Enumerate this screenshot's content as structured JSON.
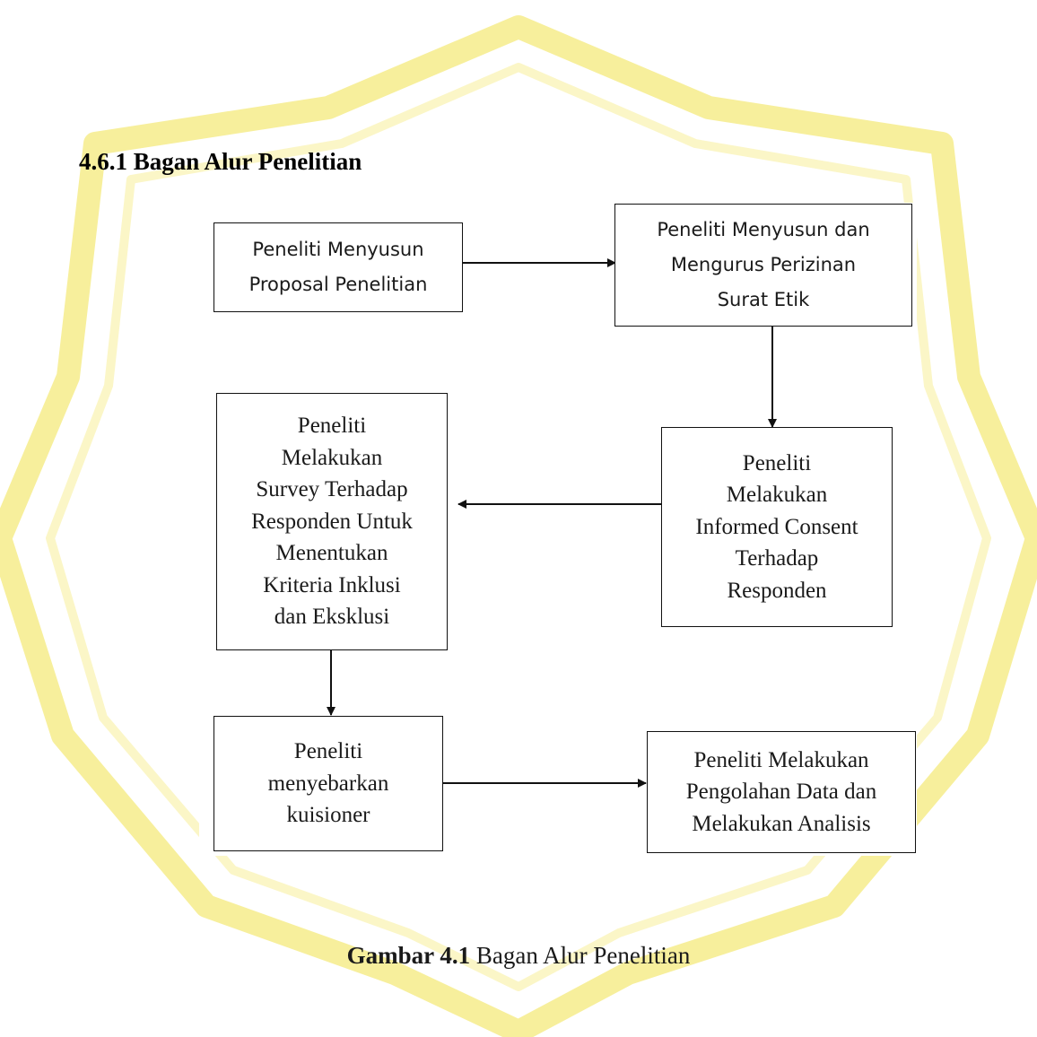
{
  "section_heading": "4.6.1 Bagan Alur Penelitian",
  "flowchart": {
    "steps": [
      "Peneliti Menyusun\nProposal Penelitian",
      "Peneliti Menyusun dan\nMengurus Perizinan\nSurat Etik",
      "Peneliti\nMelakukan\nInformed Consent\nTerhadap\nResponden",
      "Peneliti\nMelakukan\nSurvey Terhadap\nResponden Untuk\nMenentukan\nKriteria Inklusi\ndan Eksklusi",
      "Peneliti\nmenyebarkan\nkuisioner",
      "Peneliti Melakukan\nPengolahan Data dan\nMelakukan Analisis"
    ]
  },
  "caption": {
    "label": "Gambar 4.1",
    "text": " Bagan Alur Penelitian"
  },
  "watermark": {
    "color": "#f7ef9c",
    "text_color": "#dde2f3"
  }
}
